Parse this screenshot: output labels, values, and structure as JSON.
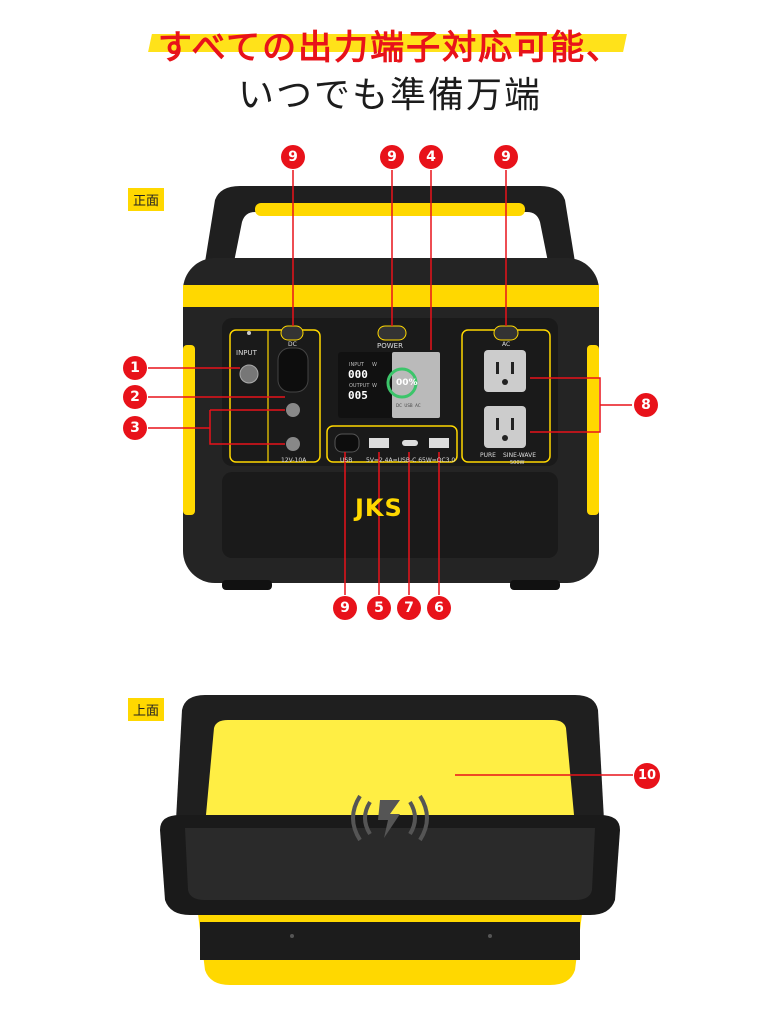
{
  "header": {
    "headline": "すべての出力端子対応可能、",
    "subline": "いつでも準備万端"
  },
  "front": {
    "tag": "正面",
    "panel": {
      "input_label": "INPUT",
      "dc_label": "DC",
      "power_label": "POWER",
      "ac_label": "AC",
      "dc_rating": "12V-10A",
      "usb_label": "USB",
      "usb_line": "5V=2.4A=USB-C 65W=QC3.0",
      "pure_label": "PURE",
      "sine_label": "SINE-WAVE",
      "watt_label": "500W",
      "brand": "JKS",
      "display": {
        "input_label": "INPUT",
        "input_unit": "W",
        "input_value": "000",
        "output_label": "OUTPUT",
        "output_unit": "W",
        "output_value": "005",
        "percent": "00%",
        "footer": "DC  USB  AC"
      }
    },
    "callouts": {
      "c1": "1",
      "c2": "2",
      "c3": "3",
      "c4": "4",
      "c5": "5",
      "c6": "6",
      "c7": "7",
      "c8": "8",
      "c9a": "9",
      "c9b": "9",
      "c9c": "9",
      "c9d": "9"
    }
  },
  "top": {
    "tag": "上面",
    "callout": "10"
  },
  "colors": {
    "accent_yellow": "#ffd800",
    "callout_red": "#e8121a",
    "body_dark": "#1e1e1e"
  }
}
